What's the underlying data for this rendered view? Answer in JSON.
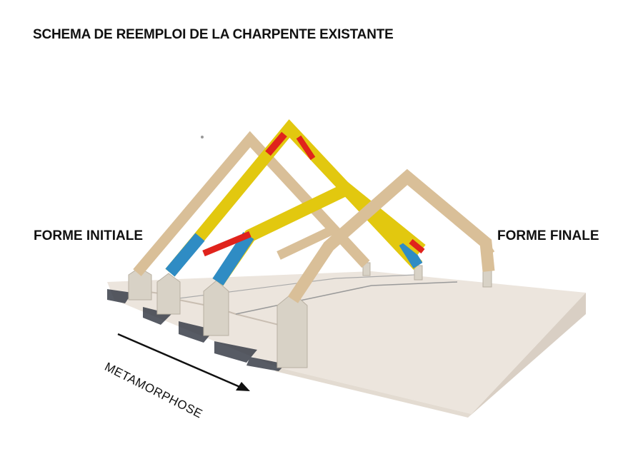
{
  "title": "SCHEMA DE REEMPLOI DE LA CHARPENTE EXISTANTE",
  "labels": {
    "initial": "FORME INITIALE",
    "final": "FORME FINALE",
    "arrow": "METAMORPHOSE"
  },
  "colors": {
    "wood": "#d9bf98",
    "wood_dark": "#b89a72",
    "yellow": "#e2c80f",
    "blue": "#2f8cc4",
    "red": "#e0231c",
    "slab": "#ece5dd",
    "slab_side": "#d9cfc4",
    "post": "#d8d2c6",
    "shadow": "#3a3f4a"
  }
}
